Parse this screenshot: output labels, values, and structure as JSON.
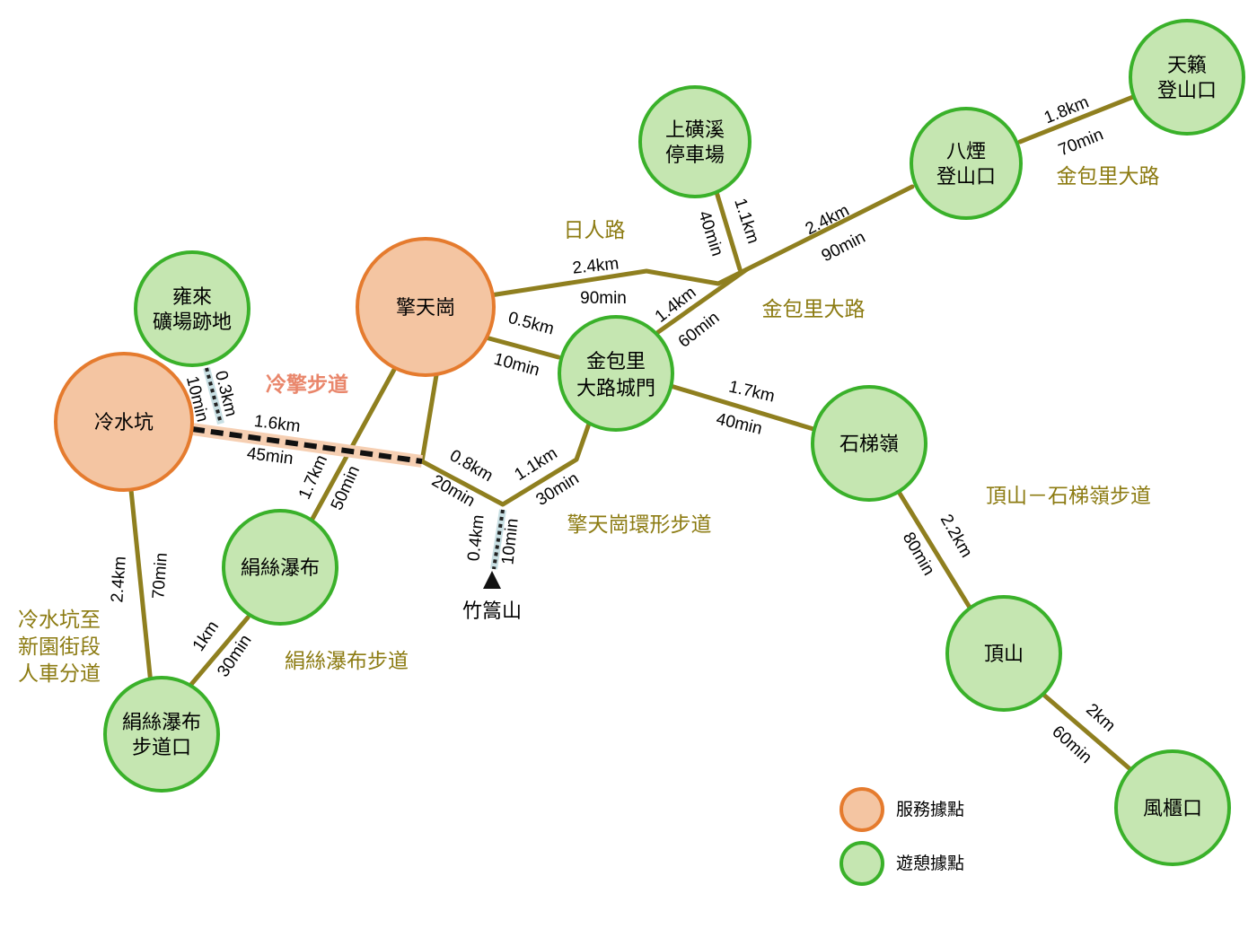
{
  "colors": {
    "route": "#8f7f1f",
    "trail_label": "#8c7b12",
    "service_fill": "#f4c5a2",
    "service_stroke": "#e57b2e",
    "rest_fill": "#c5e6b1",
    "rest_stroke": "#3ab12a",
    "highlight_trail": "#e9866b",
    "dashed_band": "#f6cfb2"
  },
  "nodes": {
    "lengshuikeng": {
      "lines": [
        "冷水坑"
      ],
      "type": "service"
    },
    "qingtiangang": {
      "lines": [
        "擎天崗"
      ],
      "type": "service"
    },
    "yonglai": {
      "lines": [
        "雍來",
        "礦場跡地"
      ],
      "type": "rest"
    },
    "jinbaoli_gate": {
      "lines": [
        "金包里",
        "大路城門"
      ],
      "type": "rest"
    },
    "shangqingxi": {
      "lines": [
        "上磺溪",
        "停車場"
      ],
      "type": "rest"
    },
    "bayan": {
      "lines": [
        "八煙",
        "登山口"
      ],
      "type": "rest"
    },
    "tianlai": {
      "lines": [
        "天籟",
        "登山口"
      ],
      "type": "rest"
    },
    "shitiling": {
      "lines": [
        "石梯嶺"
      ],
      "type": "rest"
    },
    "dingshan": {
      "lines": [
        "頂山"
      ],
      "type": "rest"
    },
    "fengguikou": {
      "lines": [
        "風櫃口"
      ],
      "type": "rest"
    },
    "juansi_falls": {
      "lines": [
        "絹絲瀑布"
      ],
      "type": "rest"
    },
    "juansi_trailhead": {
      "lines": [
        "絹絲瀑布",
        "步道口"
      ],
      "type": "rest"
    }
  },
  "peak": {
    "label": "竹篙山"
  },
  "segments": {
    "lsk_qtg_dist": "1.6km",
    "lsk_qtg_time": "45min",
    "lsk_yonglai_dist": "0.3km",
    "lsk_yonglai_time": "10min",
    "qtg_gate_dist": "0.5km",
    "qtg_gate_time": "10min",
    "qtg_shang_dist": "2.4km",
    "qtg_shang_time": "90min",
    "shang_dist": "1.1km",
    "shang_time": "40min",
    "gate_junction_dist": "1.4km",
    "gate_junction_time": "60min",
    "junction_bayan_dist": "2.4km",
    "junction_bayan_time": "90min",
    "bayan_tianlai_dist": "1.8km",
    "bayan_tianlai_time": "70min",
    "gate_shitiling_dist": "1.7km",
    "gate_shitiling_time": "40min",
    "shitiling_dingshan_dist": "2.2km",
    "shitiling_dingshan_time": "80min",
    "dingshan_fenggui_dist": "2km",
    "dingshan_fenggui_time": "60min",
    "qtg_falls_dist": "1.7km",
    "qtg_falls_time": "50min",
    "loop_left_dist": "0.8km",
    "loop_left_time": "20min",
    "loop_right_dist": "1.1km",
    "loop_right_time": "30min",
    "peak_dist": "0.4km",
    "peak_time": "10min",
    "lsk_trailhead_dist": "2.4km",
    "lsk_trailhead_time": "70min",
    "trailhead_falls_dist": "1km",
    "trailhead_falls_time": "30min"
  },
  "trails": {
    "lengqing": "冷擎步道",
    "rirenlu": "日人路",
    "jinbaoli_1": "金包里大路",
    "jinbaoli_2": "金包里大路",
    "qingtiangang_loop": "擎天崗環形步道",
    "dingshan_shitiling": "頂山－石梯嶺步道",
    "juansi": "絹絲瀑布步道",
    "lsk_xinyuan": [
      "冷水坑至",
      "新園街段",
      "人車分道"
    ]
  },
  "legend": {
    "service": "服務據點",
    "rest": "遊憩據點"
  }
}
